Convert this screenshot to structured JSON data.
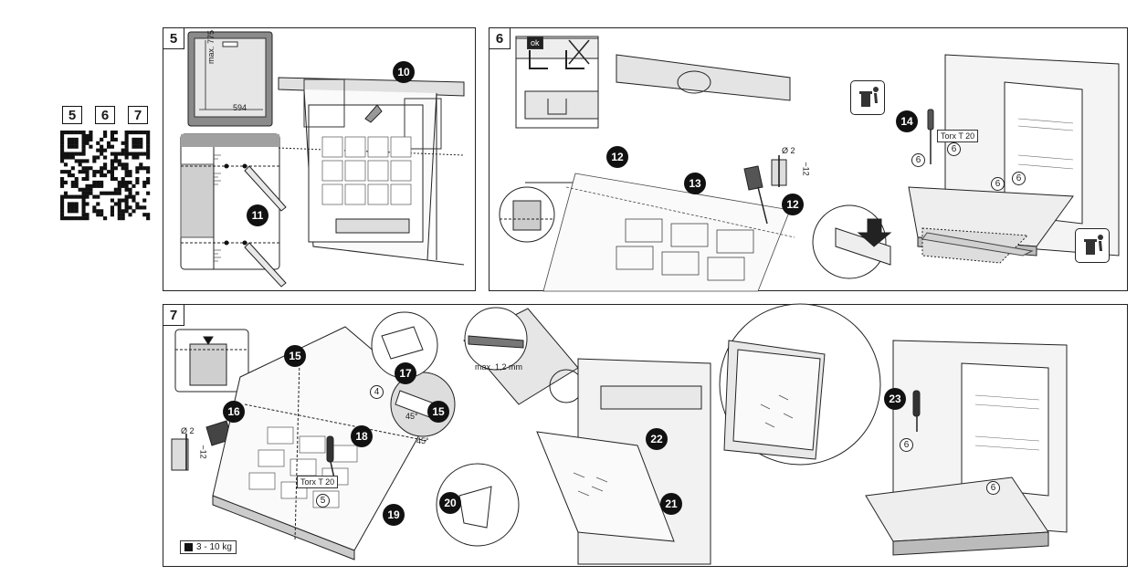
{
  "qr_labels": [
    "5",
    "6",
    "7"
  ],
  "panels": {
    "p5": {
      "number": "5",
      "dims": {
        "height": "max. 775",
        "width": "594"
      },
      "steps": [
        "10",
        "11"
      ]
    },
    "p6": {
      "number": "6",
      "ok_label": "ok",
      "drill_label": "Ø 2",
      "depth_label": "~12",
      "torx_label": "Torx T 20",
      "screw_label": "6",
      "steps": [
        "12",
        "13",
        "12",
        "14"
      ]
    },
    "p7": {
      "number": "7",
      "drill_label": "Ø 2",
      "depth_label": "~12",
      "torx_label": "Torx T 20",
      "angle_label": "45°",
      "thickness_label": "max. 1,2 mm",
      "weight_label": "3 - 10 kg",
      "ring_four": "4",
      "ring_five": "5",
      "screw_label": "6",
      "steps": [
        "15",
        "16",
        "17",
        "18",
        "15",
        "19",
        "20",
        "21",
        "22",
        "23"
      ]
    }
  },
  "colors": {
    "line": "#222222",
    "fill_gray": "#d9d9d9",
    "fill_dark": "#7a7a7a",
    "step_fill": "#111111"
  }
}
